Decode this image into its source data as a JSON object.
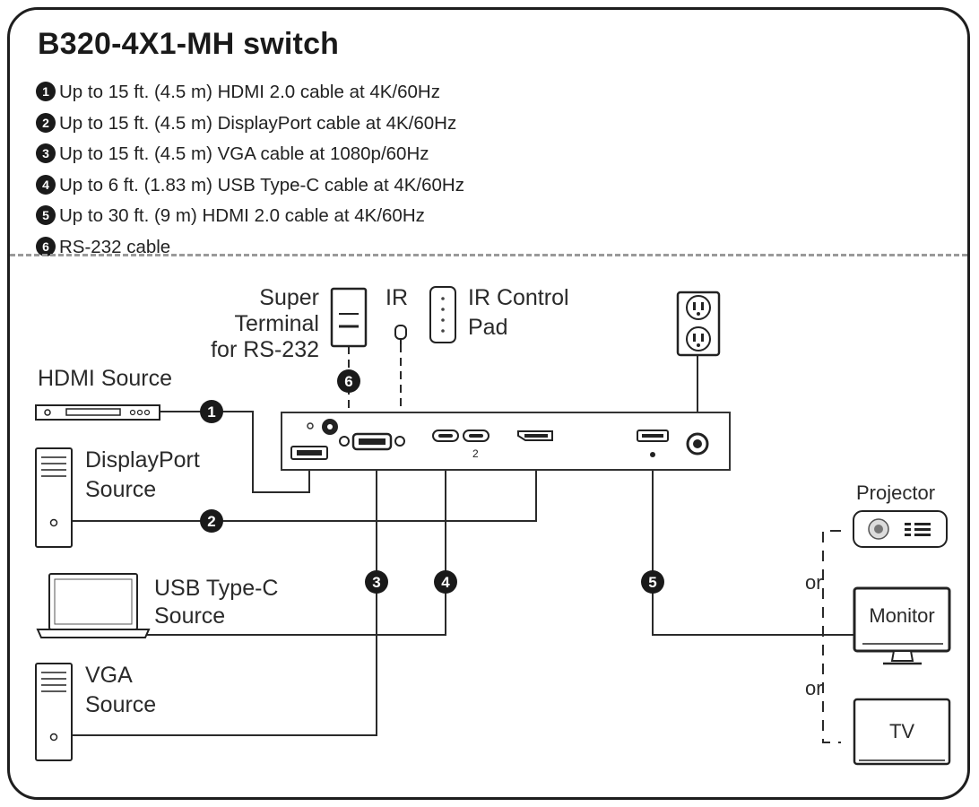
{
  "title": "B320-4X1-MH switch",
  "legend": [
    {
      "num": "1",
      "text": "Up to 15 ft. (4.5 m) HDMI 2.0 cable at 4K/60Hz"
    },
    {
      "num": "2",
      "text": "Up to 15 ft. (4.5 m) DisplayPort cable at 4K/60Hz"
    },
    {
      "num": "3",
      "text": "Up to 15 ft. (4.5 m) VGA cable at 1080p/60Hz"
    },
    {
      "num": "4",
      "text": "Up to 6 ft. (1.83 m) USB Type-C cable at 4K/60Hz"
    },
    {
      "num": "5",
      "text": "Up to 30 ft. (9 m) HDMI 2.0 cable at 4K/60Hz"
    },
    {
      "num": "6",
      "text": "RS-232 cable"
    }
  ],
  "labels": {
    "super_terminal": [
      "Super",
      "Terminal",
      "for RS-232"
    ],
    "ir": "IR",
    "ir_pad": [
      "IR Control",
      "Pad"
    ],
    "hdmi_source": "HDMI Source",
    "dp_source": [
      "DisplayPort",
      "Source"
    ],
    "usbc_source": [
      "USB Type-C",
      "Source"
    ],
    "vga_source": [
      "VGA",
      "Source"
    ],
    "projector": "Projector",
    "monitor": "Monitor",
    "tv": "TV",
    "or": "or",
    "usbc_port_mark": "2"
  },
  "badges": [
    "1",
    "2",
    "3",
    "4",
    "5",
    "6"
  ]
}
